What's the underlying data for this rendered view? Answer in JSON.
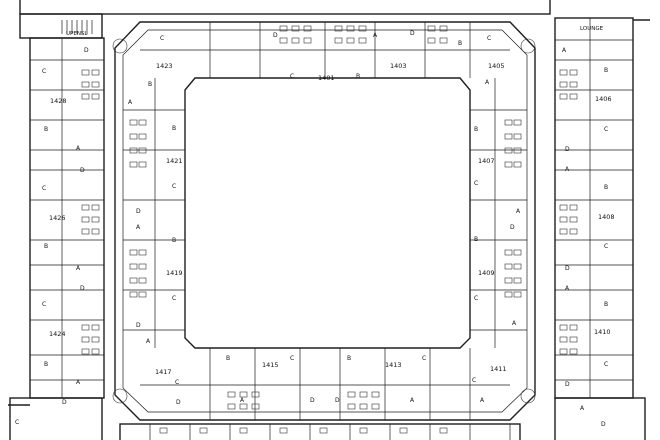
{
  "plan": {
    "colors": {
      "line": "#1e1e1e",
      "paper": "#ffffff"
    },
    "labels": {
      "lounge": "LOUNGE",
      "stair": "UPENSL"
    },
    "units": {
      "u1401": "1401",
      "u1403": "1403",
      "u1405": "1405",
      "u1406": "1406",
      "u1407": "1407",
      "u1408": "1408",
      "u1409": "1409",
      "u1410": "1410",
      "u1411": "1411",
      "u1413": "1413",
      "u1415": "1415",
      "u1417": "1417",
      "u1419": "1419",
      "u1421": "1421",
      "u1423": "1423",
      "u1424": "1424",
      "u1426": "1426",
      "u1428": "1428"
    },
    "bedrooms": {
      "a": "A",
      "b": "B",
      "c": "C",
      "d": "D"
    }
  }
}
